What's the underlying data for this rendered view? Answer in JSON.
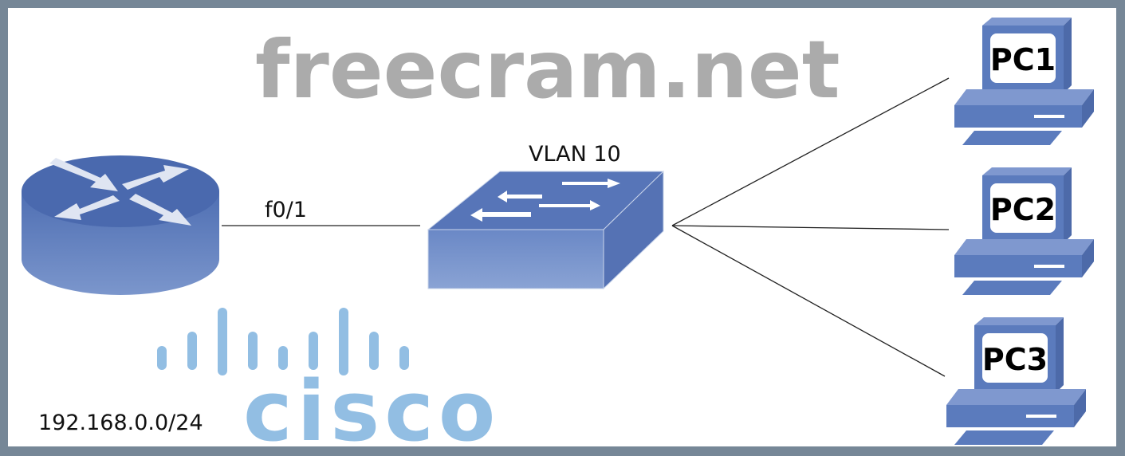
{
  "diagram": {
    "router": {
      "interface_label": "f0/1",
      "network_label": "192.168.0.0/24"
    },
    "switch": {
      "vlan_label": "VLAN 10"
    },
    "pcs": [
      {
        "label": "PC1"
      },
      {
        "label": "PC2"
      },
      {
        "label": "PC3"
      }
    ]
  },
  "watermark": {
    "text": "freecram.net",
    "logo_text": "cisco"
  },
  "colors": {
    "device_blue": "#5b7bbd",
    "frame": "#768797",
    "logo": "#7fb3df",
    "watermark": "#9a9a9a"
  }
}
